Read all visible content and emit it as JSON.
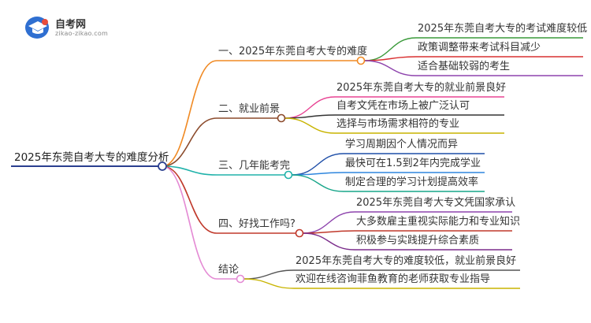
{
  "site": {
    "title": "自考网",
    "url": "zikao-zikao.com"
  },
  "root": {
    "label": "2025年东莞自考大专的难度分析"
  },
  "branches": [
    {
      "label": "一、2025年东莞自考大专的难度",
      "color": "#f08a24",
      "children": [
        {
          "label": "2025年东莞自考大专的考试难度较低",
          "color": "#3a9a3a"
        },
        {
          "label": "政策调整带来考试科目减少",
          "color": "#d93030"
        },
        {
          "label": "适合基础较弱的考生",
          "color": "#8e44ad"
        }
      ]
    },
    {
      "label": "二、就业前景",
      "color": "#8b4a2b",
      "children": [
        {
          "label": "2025年东莞自考大专的就业前景良好",
          "color": "#e84393"
        },
        {
          "label": "自考文凭在市场上被广泛认可",
          "color": "#333333"
        },
        {
          "label": "选择与市场需求相符的专业",
          "color": "#c8b400"
        }
      ]
    },
    {
      "label": "三、几年能考完",
      "color": "#20b2aa",
      "children": [
        {
          "label": "学习周期因个人情况而异",
          "color": "#1f4fa8"
        },
        {
          "label": "最快可在1.5到2年内完成学业",
          "color": "#2e86de"
        },
        {
          "label": "制定合理的学习计划提高效率",
          "color": "#17a589"
        }
      ]
    },
    {
      "label": "四、好找工作吗?",
      "color": "#c0392b",
      "children": [
        {
          "label": "2025年东莞自考大专文凭国家承认",
          "color": "#8e44ad"
        },
        {
          "label": "大多数雇主重视实际能力和专业知识",
          "color": "#c0392b"
        },
        {
          "label": "积极参与实践提升综合素质",
          "color": "#7b2d8b"
        }
      ]
    },
    {
      "label": "结论",
      "color": "#e48ad4",
      "children": [
        {
          "label": "2025年东莞自考大专的难度较低，就业前景良好",
          "color": "#555555"
        },
        {
          "label": "欢迎在线咨询菲鱼教育的老师获取专业指导",
          "color": "#c8b400"
        }
      ]
    }
  ],
  "root_color": "#2a3f8f"
}
